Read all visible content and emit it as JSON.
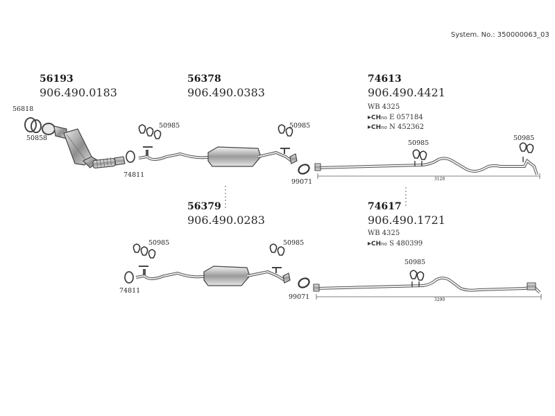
{
  "system_number": "System. No.: 350000063_03",
  "groups": [
    {
      "id": "56193",
      "oem": "906.490.0183"
    },
    {
      "id": "56378",
      "oem": "906.490.0383"
    },
    {
      "id": "74613",
      "oem": "906.490.4421",
      "wb": "WB 4325",
      "ch1_label": "CH",
      "ch1_no": "no",
      "ch1_value": "E 057184",
      "ch2_label": "CH",
      "ch2_no": "no",
      "ch2_value": "N 452362"
    },
    {
      "id": "56379",
      "oem": "906.490.0283"
    },
    {
      "id": "74617",
      "oem": "906.490.1721",
      "wb": "WB 4325",
      "ch1_label": "CH",
      "ch1_no": "no",
      "ch1_value": "S 480399"
    }
  ],
  "part_labels": {
    "a56818": "56818",
    "a50858": "50858",
    "b74811": "74811",
    "b50985a": "50985",
    "b50985b": "50985",
    "b99071": "99071",
    "c50985a": "50985",
    "c50985b": "50985",
    "c_dim": "3120",
    "d74811": "74811",
    "d50985a": "50985",
    "d50985b": "50985",
    "d99071": "99071",
    "e50985": "50985",
    "e_dim": "3290"
  }
}
